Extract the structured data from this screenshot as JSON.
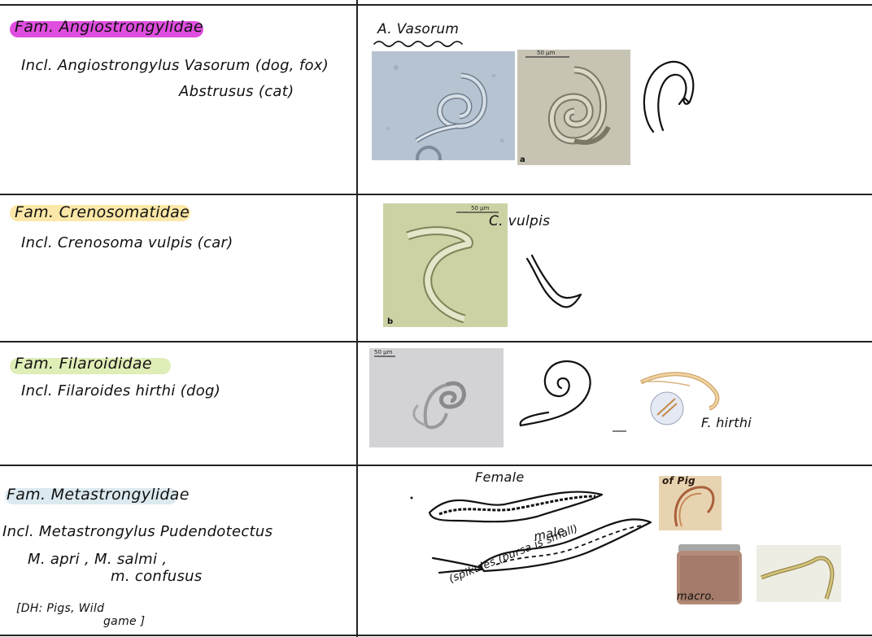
{
  "rows": [
    {
      "family": "Fam. Angiostrongylidae",
      "highlight": "#e04ee0",
      "lines": [
        "Incl. Angiostrongylus Vasorum (dog, fox)",
        "Abstrusus (cat)"
      ],
      "annotations": {
        "heading": "A. Vasorum"
      }
    },
    {
      "family": "Fam. Crenosomatidae",
      "highlight": "#fbe7a7",
      "lines": [
        "Incl. Crenosoma vulpis (car)"
      ],
      "annotations": {
        "label": "C. vulpis",
        "scale": "50 µm",
        "panel": "b"
      }
    },
    {
      "family": "Fam. Filaroididae",
      "highlight": "#dfedb7",
      "lines": [
        "Incl. Filaroides hirthi (dog)"
      ],
      "annotations": {
        "label": "F. hirthi",
        "scale": "50 µm"
      }
    },
    {
      "family": "Fam. Metastrongylidae",
      "highlight": "#dceaf0",
      "lines": [
        "Incl. Metastrongylus Pudendotectus",
        "M. apri , M. salmi ,",
        "m. confusus",
        "[DH: Pigs, Wild",
        "game ]"
      ],
      "annotations": {
        "female": "Female",
        "male": "male",
        "spikules": "(spikules (bursa is small)",
        "of_pig": "of Pig",
        "macro": "macro."
      }
    }
  ],
  "top_photo": {
    "scale": "50 µm",
    "panel": "a"
  }
}
